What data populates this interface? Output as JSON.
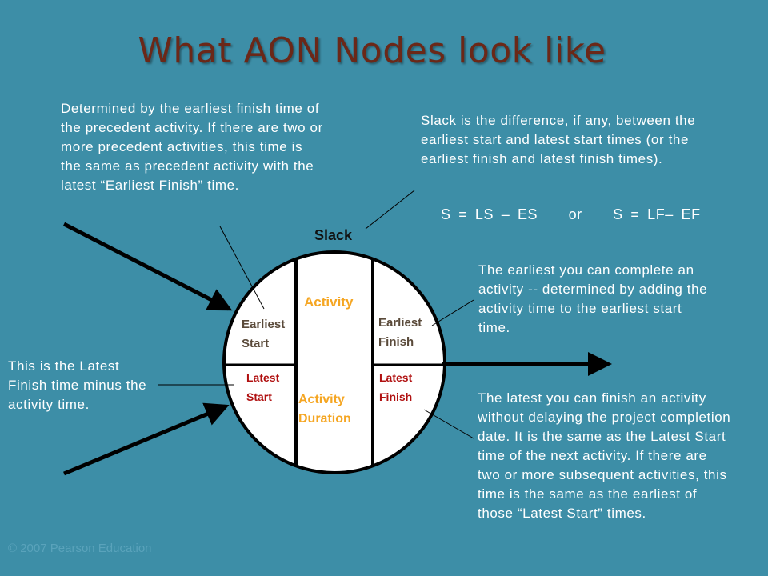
{
  "title": "What AON Nodes look like",
  "notes": {
    "earliest_start": "Determined by the earliest finish time of the precedent activity. If there are two or more precedent activities, this time is the same as precedent activity with the latest “Earliest Finish” time.",
    "slack": "Slack is the difference, if any, between the earliest start and latest start times (or the earliest finish and latest finish times).",
    "slack_formula": "S = LS – ES    or    S = LF– EF",
    "latest_start": "This is the Latest Finish time minus the activity time.",
    "earliest_finish": "The earliest you can complete an activity -- determined by adding the activity time to the earliest start time.",
    "latest_finish": "The latest you can finish an activity without delaying the project completion date. It is the same as the Latest Start time of the next activity. If there are two or more subsequent activities, this time is the same as the earliest of those “Latest Start” times."
  },
  "node": {
    "slack": "Slack",
    "activity": "Activity",
    "activity_duration": "Activity Duration",
    "earliest_start": "Earliest Start",
    "earliest_finish": "Earliest Finish",
    "latest_start": "Latest Start",
    "latest_finish": "Latest Finish"
  },
  "footer": {
    "copyright": "© 2007 Pearson Education"
  },
  "colors": {
    "background": "#3d8ea7",
    "title": "#6b2818",
    "activity_text": "#f5a623",
    "latest_text": "#b01010",
    "earliest_text": "#5a4a3a"
  }
}
